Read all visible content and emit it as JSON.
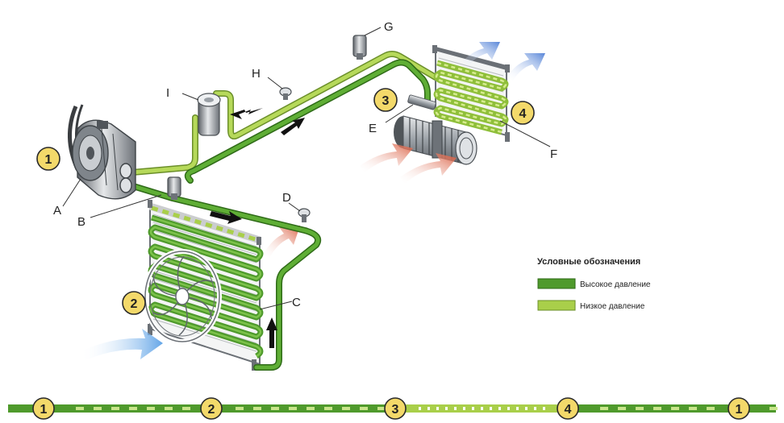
{
  "colors": {
    "high_pressure": "#4f9a2c",
    "low_pressure": "#a9cf4a",
    "badge_fill": "#f3d96a",
    "badge_stroke": "#2a2a2a",
    "hot_air": "#e07a5f",
    "cold_air": "#6f95d8",
    "metal": "#8a8f96"
  },
  "component_labels": [
    "A",
    "B",
    "C",
    "D",
    "E",
    "F",
    "G",
    "H",
    "I"
  ],
  "stage_numbers": [
    "1",
    "2",
    "3",
    "4"
  ],
  "legend": {
    "title": "Условные обозначения",
    "items": [
      {
        "label": "Высокое давление",
        "kind": "high"
      },
      {
        "label": "Низкое давление",
        "kind": "low"
      }
    ]
  },
  "cycle_bar": {
    "markers": [
      "1",
      "2",
      "3",
      "4",
      "1"
    ]
  },
  "icons": {
    "compressor": "compressor-icon",
    "condenser": "condenser-icon",
    "fan": "fan-icon",
    "evaporator": "evaporator-icon",
    "blower": "blower-icon",
    "receiver": "receiver-drier-icon",
    "expansion_valve": "expansion-valve-icon",
    "service_port": "service-port-icon",
    "pressure_switch": "pressure-switch-icon",
    "flow_arrow": "flow-arrow-icon",
    "air_arrow": "air-flow-arrow-icon"
  }
}
